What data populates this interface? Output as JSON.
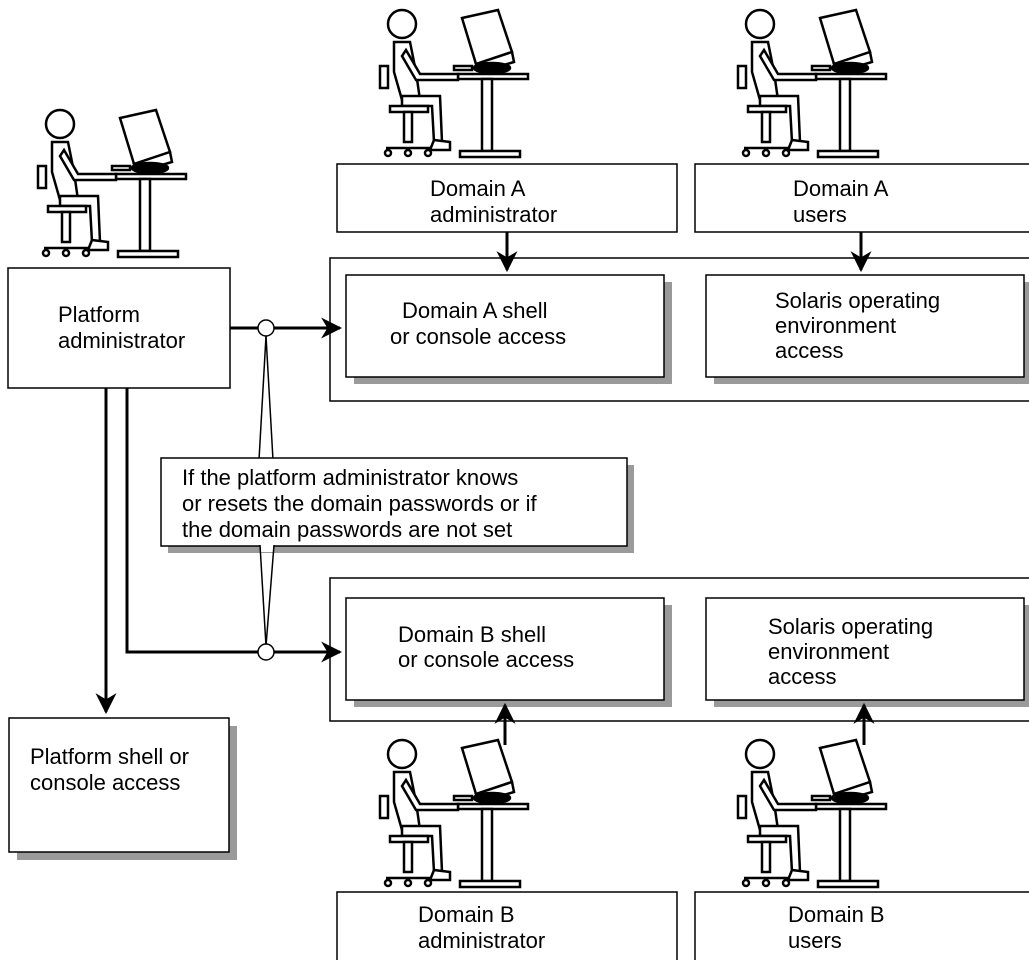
{
  "nodes": {
    "platform_admin": {
      "line1": "Platform",
      "line2": "administrator"
    },
    "domain_a_admin": {
      "line1": "Domain A",
      "line2": "administrator"
    },
    "domain_a_users": {
      "line1": "Domain A",
      "line2": "users"
    },
    "domain_a_shell": {
      "line1": "Domain A shell",
      "line2": "or console access"
    },
    "domain_a_solaris": {
      "line1": "Solaris operating",
      "line2": "environment",
      "line3": "access"
    },
    "domain_b_shell": {
      "line1": "Domain B shell",
      "line2": "or console access"
    },
    "domain_b_solaris": {
      "line1": "Solaris operating",
      "line2": "environment",
      "line3": "access"
    },
    "platform_shell": {
      "line1": "Platform shell or",
      "line2": "console access"
    },
    "domain_b_admin": {
      "line1": "Domain B",
      "line2": "administrator"
    },
    "domain_b_users": {
      "line1": "Domain B",
      "line2": "users"
    }
  },
  "callout": {
    "line1": "If the platform administrator knows",
    "line2": "or resets the domain passwords or if",
    "line3": "the domain passwords are not set"
  },
  "icons": [
    "person-at-workstation-icon"
  ]
}
